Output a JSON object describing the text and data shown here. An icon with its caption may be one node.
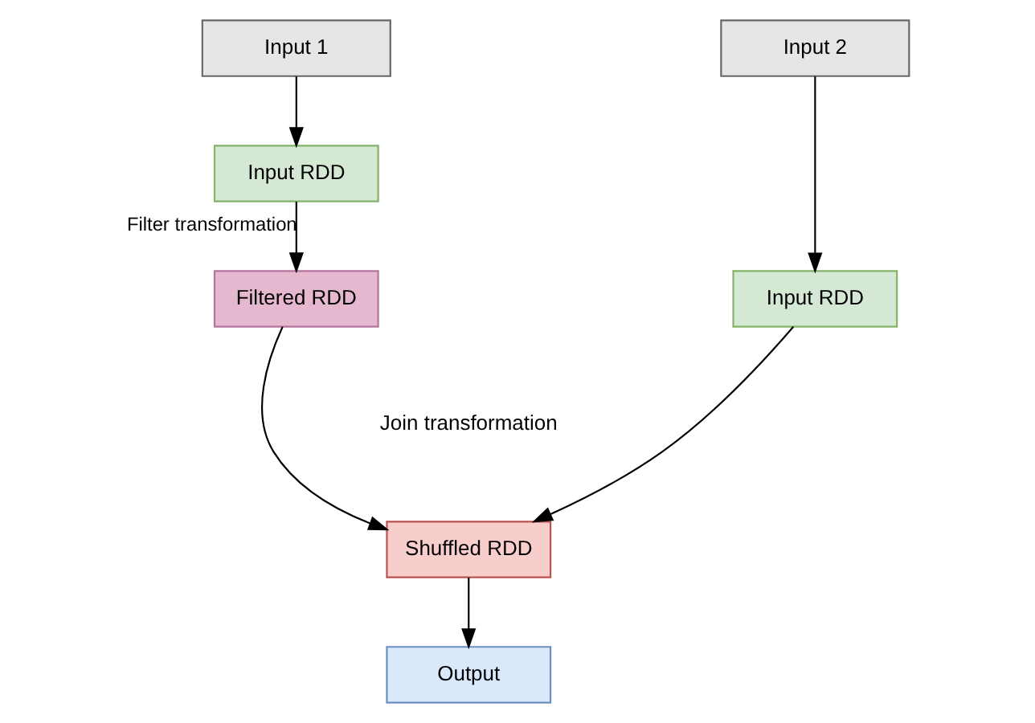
{
  "diagram": {
    "nodes": [
      {
        "text": [
          "Input 1"
        ]
      },
      {
        "text": [
          "Input RDD"
        ]
      },
      {
        "text": [
          "Filtered RDD"
        ]
      },
      {
        "text": [
          "Input 2"
        ]
      },
      {
        "text": [
          "Input RDD"
        ]
      },
      {
        "text": [
          "Shuffled RDD"
        ]
      },
      {
        "text": [
          "Output"
        ]
      }
    ],
    "edges": [
      {
        "from": 0,
        "to": 1,
        "arrow": "to"
      },
      {
        "from": 1,
        "to": 2,
        "arrow": "to",
        "label": "Filter transformation"
      },
      {
        "from": 3,
        "to": 4,
        "arrow": "to"
      },
      {
        "from": 2,
        "to": 5,
        "arrow": "to"
      },
      {
        "from": 4,
        "to": 5,
        "arrow": "to"
      },
      {
        "from": 5,
        "to": 6,
        "arrow": "to"
      }
    ],
    "labels": [
      "Join transformation"
    ]
  }
}
